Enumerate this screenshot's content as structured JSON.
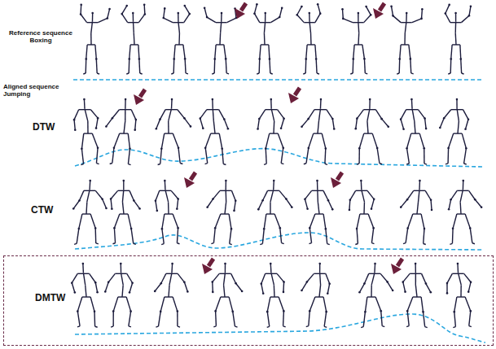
{
  "diagram": {
    "nodes": [
      {
        "text": [
          "DMTW"
        ]
      }
    ],
    "labels": [
      "Reference sequence Boxing",
      "Aligned sequence Jumping",
      "DTW",
      "CTW"
    ]
  }
}
